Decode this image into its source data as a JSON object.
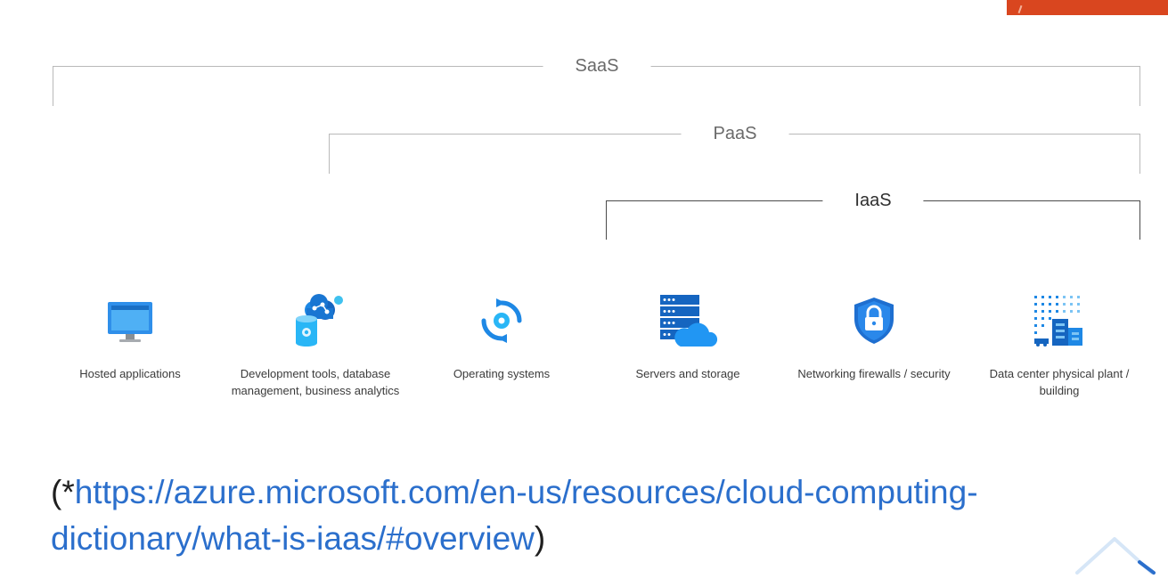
{
  "brackets": {
    "saas": {
      "label": "SaaS"
    },
    "paas": {
      "label": "PaaS"
    },
    "iaas": {
      "label": "IaaS"
    }
  },
  "items": [
    {
      "label": "Hosted applications",
      "icon": "monitor-icon"
    },
    {
      "label": "Development tools, database management, business analytics",
      "icon": "database-tools-icon"
    },
    {
      "label": "Operating systems",
      "icon": "os-refresh-gear-icon"
    },
    {
      "label": "Servers and storage",
      "icon": "server-cloud-icon"
    },
    {
      "label": "Networking firewalls / security",
      "icon": "shield-lock-icon"
    },
    {
      "label": "Data center physical plant / building",
      "icon": "datacenter-building-icon"
    }
  ],
  "footnote": {
    "prefix": "(*",
    "link": "https://azure.microsoft.com/en-us/resources/cloud-computing-dictionary/what-is-iaas/#overview",
    "suffix": ")"
  },
  "colors": {
    "accent": "#d9461f",
    "link": "#2b6fcc",
    "icon_blue": "#1e88e5",
    "line_light": "#b9b9b9",
    "line_dark": "#4a4a4a"
  }
}
